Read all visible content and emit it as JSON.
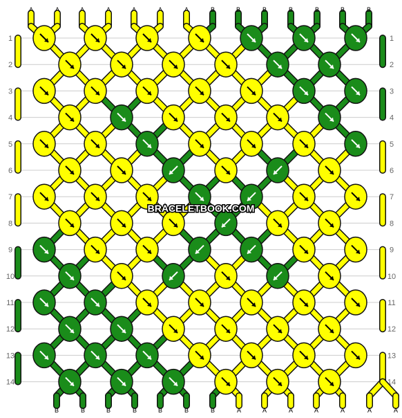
{
  "watermark": "BRACELETBOOK.COM",
  "colors": {
    "A": "#ffff00",
    "B": "#1a8c1a",
    "outline": "#111111",
    "grid": "#cccccc",
    "row_number": "#666666",
    "arrow": "#ffffff"
  },
  "strings_top": [
    "A",
    "A",
    "A",
    "A",
    "A",
    "A",
    "A",
    "B",
    "B",
    "B",
    "B",
    "B",
    "B",
    "B"
  ],
  "strings_bottom": [
    "B",
    "B",
    "B",
    "B",
    "B",
    "B",
    "B",
    "A",
    "A",
    "A",
    "A",
    "A",
    "A",
    "A"
  ],
  "row_numbers": [
    "1",
    "2",
    "3",
    "4",
    "5",
    "6",
    "7",
    "8",
    "9",
    "10",
    "11",
    "12",
    "13",
    "14"
  ],
  "knot_rows": [
    [
      {
        "c": "A",
        "d": "R"
      },
      {
        "c": "A",
        "d": "R"
      },
      {
        "c": "A",
        "d": "R"
      },
      {
        "c": "A",
        "d": "R"
      },
      {
        "c": "B",
        "d": "R"
      },
      {
        "c": "B",
        "d": "R"
      },
      {
        "c": "B",
        "d": "R"
      }
    ],
    [
      {
        "c": "A",
        "d": "R"
      },
      {
        "c": "A",
        "d": "R"
      },
      {
        "c": "A",
        "d": "R"
      },
      {
        "c": "A",
        "d": "R"
      },
      {
        "c": "B",
        "d": "R"
      },
      {
        "c": "B",
        "d": "R"
      }
    ],
    [
      {
        "c": "A",
        "d": "R"
      },
      {
        "c": "A",
        "d": "R"
      },
      {
        "c": "A",
        "d": "R"
      },
      {
        "c": "A",
        "d": "R"
      },
      {
        "c": "A",
        "d": "R"
      },
      {
        "c": "B",
        "d": "R"
      },
      {
        "c": "B",
        "d": "R"
      }
    ],
    [
      {
        "c": "A",
        "d": "R"
      },
      {
        "c": "B",
        "d": "R"
      },
      {
        "c": "A",
        "d": "R"
      },
      {
        "c": "A",
        "d": "R"
      },
      {
        "c": "A",
        "d": "R"
      },
      {
        "c": "B",
        "d": "R"
      }
    ],
    [
      {
        "c": "A",
        "d": "R"
      },
      {
        "c": "A",
        "d": "R"
      },
      {
        "c": "B",
        "d": "R"
      },
      {
        "c": "A",
        "d": "R"
      },
      {
        "c": "A",
        "d": "R"
      },
      {
        "c": "A",
        "d": "R"
      },
      {
        "c": "B",
        "d": "R"
      }
    ],
    [
      {
        "c": "A",
        "d": "R"
      },
      {
        "c": "A",
        "d": "R"
      },
      {
        "c": "B",
        "d": "L"
      },
      {
        "c": "A",
        "d": "R"
      },
      {
        "c": "B",
        "d": "L"
      },
      {
        "c": "A",
        "d": "R"
      }
    ],
    [
      {
        "c": "A",
        "d": "R"
      },
      {
        "c": "A",
        "d": "R"
      },
      {
        "c": "A",
        "d": "R"
      },
      {
        "c": "B",
        "d": "R"
      },
      {
        "c": "B",
        "d": "L"
      },
      {
        "c": "A",
        "d": "R"
      },
      {
        "c": "A",
        "d": "R"
      }
    ],
    [
      {
        "c": "A",
        "d": "R"
      },
      {
        "c": "A",
        "d": "R"
      },
      {
        "c": "A",
        "d": "R"
      },
      {
        "c": "B",
        "d": "L"
      },
      {
        "c": "A",
        "d": "R"
      },
      {
        "c": "A",
        "d": "R"
      }
    ],
    [
      {
        "c": "B",
        "d": "R"
      },
      {
        "c": "A",
        "d": "R"
      },
      {
        "c": "A",
        "d": "R"
      },
      {
        "c": "B",
        "d": "L"
      },
      {
        "c": "B",
        "d": "L"
      },
      {
        "c": "A",
        "d": "R"
      },
      {
        "c": "A",
        "d": "R"
      }
    ],
    [
      {
        "c": "B",
        "d": "R"
      },
      {
        "c": "A",
        "d": "R"
      },
      {
        "c": "B",
        "d": "L"
      },
      {
        "c": "A",
        "d": "R"
      },
      {
        "c": "B",
        "d": "L"
      },
      {
        "c": "A",
        "d": "R"
      }
    ],
    [
      {
        "c": "B",
        "d": "R"
      },
      {
        "c": "B",
        "d": "R"
      },
      {
        "c": "A",
        "d": "R"
      },
      {
        "c": "A",
        "d": "R"
      },
      {
        "c": "A",
        "d": "R"
      },
      {
        "c": "A",
        "d": "R"
      },
      {
        "c": "A",
        "d": "R"
      }
    ],
    [
      {
        "c": "B",
        "d": "R"
      },
      {
        "c": "B",
        "d": "R"
      },
      {
        "c": "A",
        "d": "R"
      },
      {
        "c": "A",
        "d": "R"
      },
      {
        "c": "A",
        "d": "R"
      },
      {
        "c": "A",
        "d": "R"
      }
    ],
    [
      {
        "c": "B",
        "d": "R"
      },
      {
        "c": "B",
        "d": "R"
      },
      {
        "c": "B",
        "d": "R"
      },
      {
        "c": "A",
        "d": "R"
      },
      {
        "c": "A",
        "d": "R"
      },
      {
        "c": "A",
        "d": "R"
      },
      {
        "c": "A",
        "d": "R"
      }
    ],
    [
      {
        "c": "B",
        "d": "R"
      },
      {
        "c": "B",
        "d": "R"
      },
      {
        "c": "B",
        "d": "R"
      },
      {
        "c": "A",
        "d": "R"
      },
      {
        "c": "A",
        "d": "R"
      },
      {
        "c": "A",
        "d": "R"
      }
    ]
  ]
}
